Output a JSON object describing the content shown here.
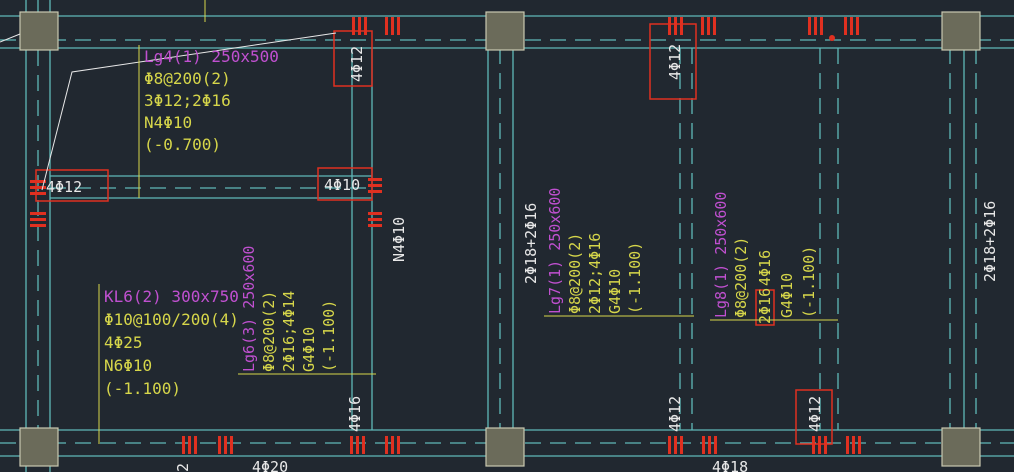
{
  "colors": {
    "background": "#212830",
    "beam_line": "#5fb8b8",
    "column_fill": "#6b6b5a",
    "column_stroke": "#c9c9b0",
    "rebar_mark": "#e03020",
    "annotation_magenta": "#c050d0",
    "annotation_yellow": "#d6d64a",
    "annotation_white": "#e8e8e8",
    "highlight_box": "#e03020",
    "leader_line": "#e8e8e8"
  },
  "beams": {
    "lg4": {
      "id": "Lg4(1) 250x500",
      "stirrup": "Φ8@200(2)",
      "main": "3Φ12;2Φ16",
      "waist": "N4Φ10",
      "elevation": "(-0.700)"
    },
    "kl6": {
      "id": "KL6(2) 300x750",
      "stirrup": "Φ10@100/200(4)",
      "main": "4Φ25",
      "waist": "N6Φ10",
      "elevation": "(-1.100)"
    },
    "lg6": {
      "id": "Lg6(3) 250x600",
      "stirrup": "Φ8@200(2)",
      "main": "2Φ16;4Φ14",
      "waist": "G4Φ10",
      "elevation": "(-1.100)"
    },
    "lg7": {
      "id": "Lg7(1) 250x600",
      "stirrup": "Φ8@200(2)",
      "main": "2Φ12;4Φ16",
      "waist": "G4Φ10",
      "elevation": "(-1.100)"
    },
    "lg8": {
      "id": "Lg8(1) 250x600",
      "stirrup": "Φ8@200(2)",
      "main_a": "2Φ16",
      "main_b": "4Φ16",
      "waist": "G4Φ10",
      "elevation": "(-1.100)"
    }
  },
  "support_rebar": {
    "top_left": "4Φ12",
    "top_mid": "4Φ12",
    "left_mid": "4Φ12",
    "right_mid": "4Φ10",
    "waist_vertical": "N4Φ10",
    "mid_span_a": "2Φ18+2Φ16",
    "right_span": "2Φ18+2Φ16",
    "bottom_a": "4Φ16",
    "bottom_b": "4Φ12",
    "bottom_c": "4Φ12",
    "bottom_edge_a": "4Φ20",
    "bottom_edge_b": "4Φ18",
    "bottom_edge_c": "2"
  }
}
